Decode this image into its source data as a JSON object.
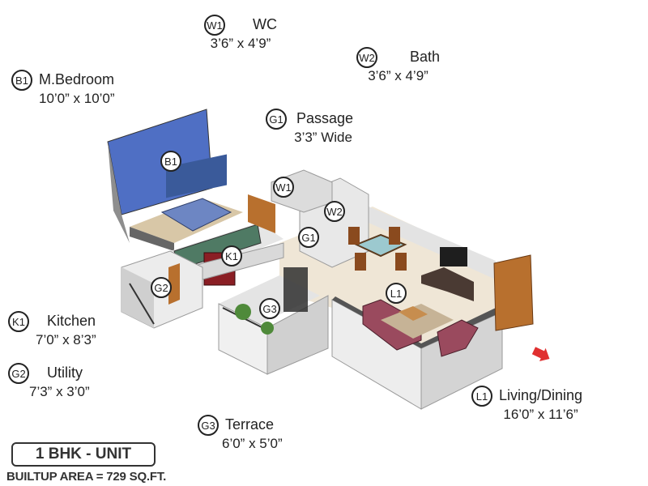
{
  "legend": {
    "w1": {
      "code": "W1",
      "name": "WC",
      "dims": "3’6” x 4’9”"
    },
    "w2": {
      "code": "W2",
      "name": "Bath",
      "dims": "3’6” x 4’9”"
    },
    "b1": {
      "code": "B1",
      "name": "M.Bedroom",
      "dims": "10’0” x 10’0”"
    },
    "g1": {
      "code": "G1",
      "name": "Passage",
      "dims": "3’3” Wide"
    },
    "k1": {
      "code": "K1",
      "name": "Kitchen",
      "dims": "7’0” x 8’3”"
    },
    "g2": {
      "code": "G2",
      "name": "Utility",
      "dims": "7’3” x 3’0”"
    },
    "l1": {
      "code": "L1",
      "name": "Living/Dining",
      "dims": "16’0” x 11’6”"
    },
    "g3": {
      "code": "G3",
      "name": "Terrace",
      "dims": "6’0” x 5’0”"
    }
  },
  "plan_tags": [
    "B1",
    "W1",
    "W2",
    "G1",
    "K1",
    "G2",
    "G3",
    "L1"
  ],
  "unit_label": "1 BHK - UNIT",
  "builtup_area": "BUILTUP AREA = 729 SQ.FT.",
  "colors": {
    "bedroom_wall": "#4f6fc4",
    "wall": "#f2f2f2",
    "wall_shadow": "#c9c9c9",
    "floor": "#efe6d6",
    "entry_arrow": "#e03030",
    "door": "#b8702e"
  },
  "icons": [
    "entry-arrow-icon"
  ]
}
